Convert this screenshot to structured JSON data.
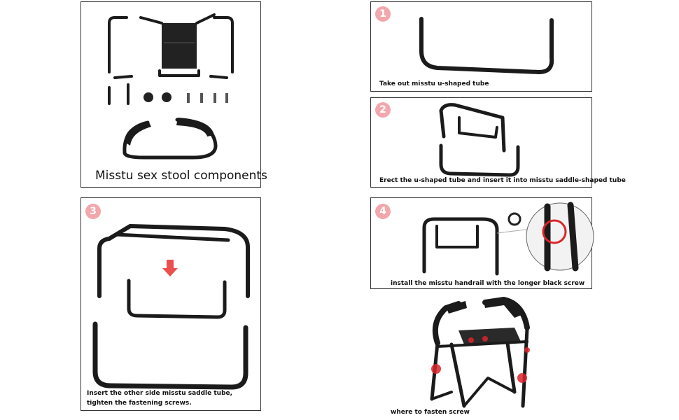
{
  "components_caption": "Misstu sex stool components",
  "steps": [
    {
      "number": "1",
      "caption": "Take out misstu u-shaped tube"
    },
    {
      "number": "2",
      "caption": "Erect the u-shaped tube and insert it into misstu saddle-shaped tube"
    },
    {
      "number": "3",
      "caption_line1": "Insert the other side misstu saddle tube,",
      "caption_line2": "tighten the fastening screws."
    },
    {
      "number": "4",
      "caption": "install the misstu handrail with the longer black screw"
    }
  ],
  "final_caption": "where to fasten screw",
  "colors": {
    "badge": "#f2a7ac",
    "tube": "#1b1b1b",
    "marker": "#d9252b",
    "arrow": "#e8302f"
  }
}
